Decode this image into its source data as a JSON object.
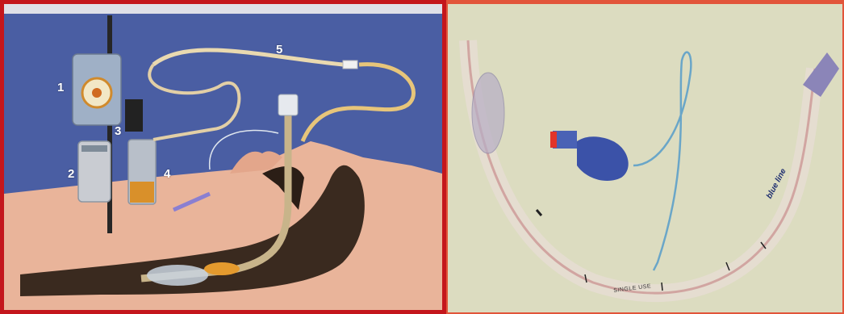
{
  "left_panel": {
    "callouts": [
      "1",
      "2",
      "3",
      "4",
      "5"
    ],
    "colors": {
      "frame": "#c4161c",
      "background": "#4a5ea3",
      "skin": "#e9b49a",
      "airway": "#3a2a1f",
      "tube": "#e8c27a"
    }
  },
  "right_panel": {
    "printed_text": {
      "brand": "blue line",
      "single_use": "SINGLE USE"
    },
    "colors": {
      "frame": "#e2553a",
      "background": "#dcdcc0",
      "pilot_line": "#6aa6c8",
      "pilot_balloon": "#3b52a8",
      "valve_tip": "#e2342b"
    }
  }
}
